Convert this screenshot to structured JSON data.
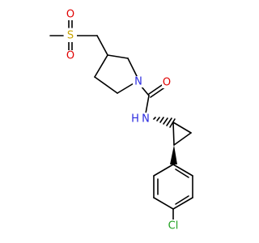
{
  "atoms": {
    "s": {
      "label": "S",
      "color": "#C9A400"
    },
    "o1": {
      "label": "O",
      "color": "#E00000"
    },
    "o2": {
      "label": "O",
      "color": "#E00000"
    },
    "n_ring": {
      "label": "N",
      "color": "#2A2AE0"
    },
    "o_carbonyl": {
      "label": "O",
      "color": "#E00000"
    },
    "nh": {
      "label": "N",
      "color": "#2A2AE0"
    },
    "h": {
      "label": "H",
      "color": "#2A2AE0"
    },
    "cl": {
      "label": "Cl",
      "color": "#1FA01F"
    }
  }
}
